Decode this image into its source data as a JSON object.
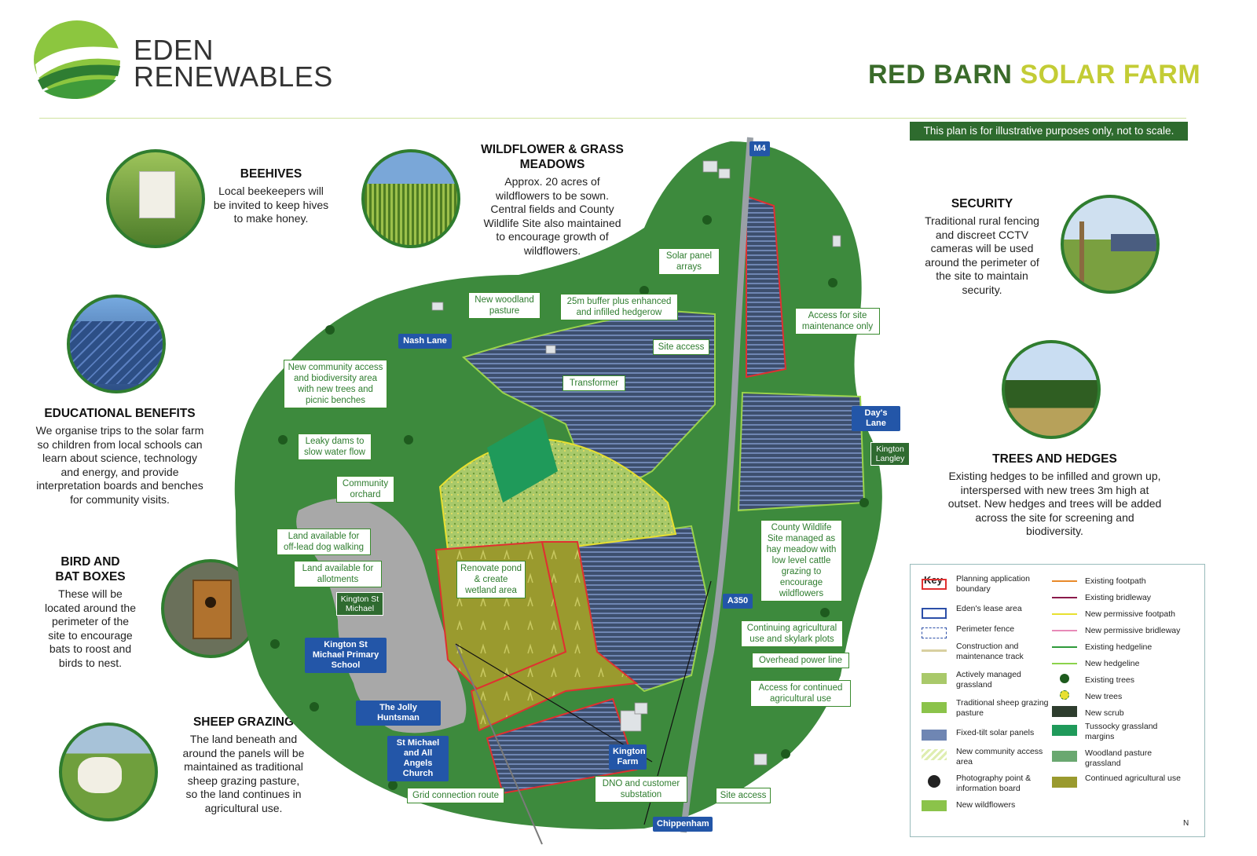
{
  "header": {
    "logo_line1": "EDEN",
    "logo_line2": "RENEWABLES",
    "title_part1": "RED BARN",
    "title_part2": "SOLAR FARM",
    "disclaimer": "This plan is for illustrative purposes only, not to scale."
  },
  "colors": {
    "brand_dark_green": "#2e6b2e",
    "brand_lime": "#c6d33a",
    "boundary_red": "#e03030",
    "place_blue": "#2356a8"
  },
  "features": [
    {
      "title": "BEEHIVES",
      "body": "Local beekeepers will be invited to keep hives to make honey."
    },
    {
      "title": "WILDFLOWER & GRASS MEADOWS",
      "body": "Approx. 20 acres of wildflowers to be sown. Central fields and County Wildlife Site also maintained to encourage growth of wildflowers."
    },
    {
      "title": "SECURITY",
      "body": "Traditional rural fencing and discreet CCTV cameras will be used around the perimeter of the site to maintain security."
    },
    {
      "title": "EDUCATIONAL BENEFITS",
      "body": "We organise trips to the solar farm so children from local schools can learn about science, technology and energy, and provide interpretation boards and benches for community visits."
    },
    {
      "title": "TREES AND HEDGES",
      "body": "Existing hedges to be infilled and grown up, interspersed with new trees 3m high at outset. New hedges and trees will be added across the site for screening and biodiversity."
    },
    {
      "title": "BIRD AND BAT BOXES",
      "body": "These will be located around the perimeter of the site to encourage bats to roost and birds to nest."
    },
    {
      "title": "SHEEP GRAZING",
      "body": "The land beneath and around the panels will be maintained as traditional sheep grazing pasture, so the land continues in agricultural use."
    }
  ],
  "callouts": [
    "Solar panel arrays",
    "New woodland pasture",
    "25m buffer plus enhanced and infilled hedgerow",
    "Access for site maintenance only",
    "Site access",
    "New community access and biodiversity area with new trees and picnic benches",
    "Transformer",
    "Leaky dams to slow water flow",
    "Community orchard",
    "Land available for off-lead dog walking",
    "Land available for allotments",
    "Renovate pond & create wetland area",
    "County Wildlife Site managed as hay meadow with low level cattle grazing to encourage wildflowers",
    "Continuing agricultural use and skylark plots",
    "Overhead power line",
    "Access for continued agricultural use",
    "Grid connection route",
    "DNO and customer substation",
    "Site access"
  ],
  "places": {
    "m4": "M4",
    "nash_lane": "Nash Lane",
    "days_lane": "Day's Lane",
    "kington_langley": "Kington Langley",
    "a350": "A350",
    "kington_st_michael": "Kington St Michael",
    "primary_school": "Kington St Michael Primary School",
    "jolly_huntsman": "The Jolly Huntsman",
    "church": "St Michael and All Angels Church",
    "kington_farm": "Kington Farm",
    "chippenham": "Chippenham"
  },
  "key": {
    "title": "Key",
    "items_left": [
      "Planning application boundary",
      "Eden's lease area",
      "Perimeter fence",
      "Construction and maintenance track",
      "Actively managed grassland",
      "Traditional sheep grazing pasture",
      "Fixed-tilt solar panels",
      "New community access area",
      "Photography point & information board",
      "New wildflowers"
    ],
    "items_right": [
      "Existing footpath",
      "Existing bridleway",
      "New permissive footpath",
      "New permissive bridleway",
      "Existing hedgeline",
      "New hedgeline",
      "Existing trees",
      "New trees",
      "New scrub",
      "Tussocky grassland margins",
      "Woodland pasture grassland",
      "Continued agricultural use"
    ],
    "compass": "N"
  }
}
